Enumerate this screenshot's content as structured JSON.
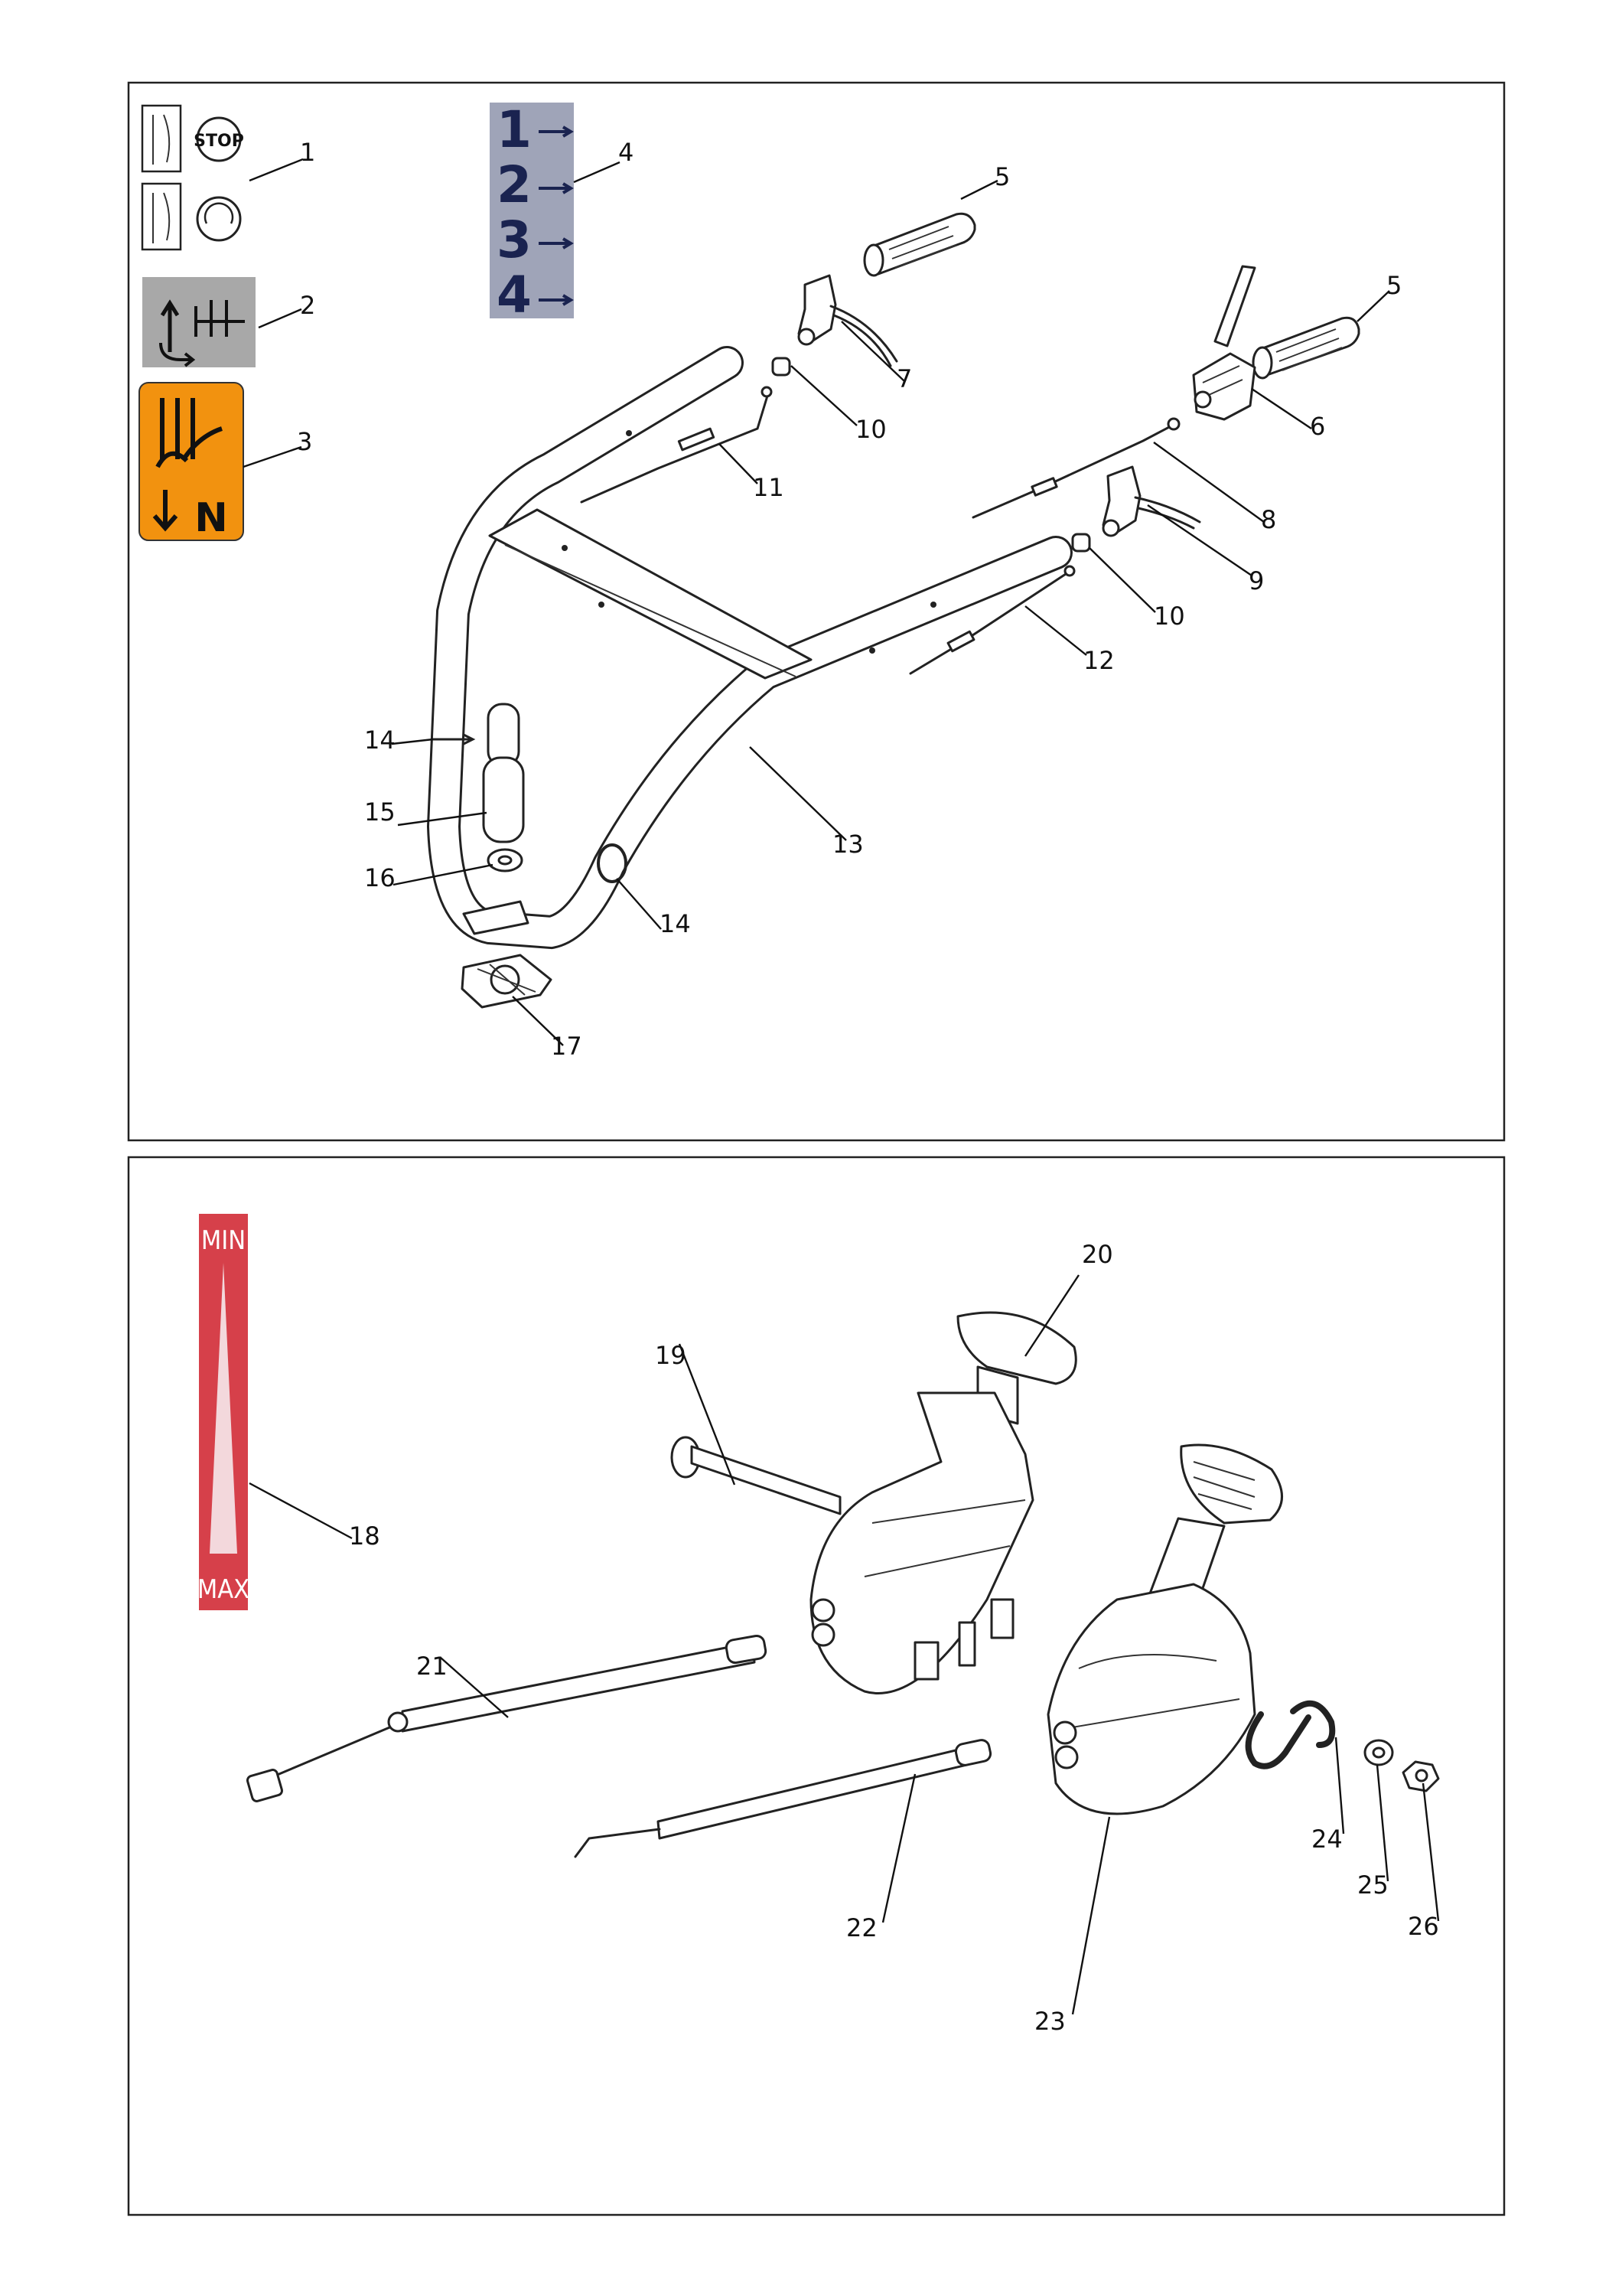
{
  "callouts": {
    "c1": "1",
    "c2": "2",
    "c3": "3",
    "c4": "4",
    "c5a": "5",
    "c5b": "5",
    "c6": "6",
    "c7": "7",
    "c8": "8",
    "c9": "9",
    "c10a": "10",
    "c10b": "10",
    "c11": "11",
    "c12": "12",
    "c13": "13",
    "c14a": "14",
    "c14b": "14",
    "c15": "15",
    "c16": "16",
    "c17": "17",
    "c18": "18",
    "c19": "19",
    "c20": "20",
    "c21": "21",
    "c22": "22",
    "c23": "23",
    "c24": "24",
    "c25": "25",
    "c26": "26"
  },
  "decals": {
    "stop": "STOP",
    "gears": [
      "1",
      "2",
      "3",
      "4"
    ],
    "neutral": "N",
    "throttle_top": "MIN",
    "throttle_bottom": "MAX"
  },
  "colors": {
    "decal_orange": "#f2920f",
    "decal_grey": "#a8a8a8",
    "gear_decal": "#9fa4b8",
    "throttle_red": "#d6404a"
  }
}
